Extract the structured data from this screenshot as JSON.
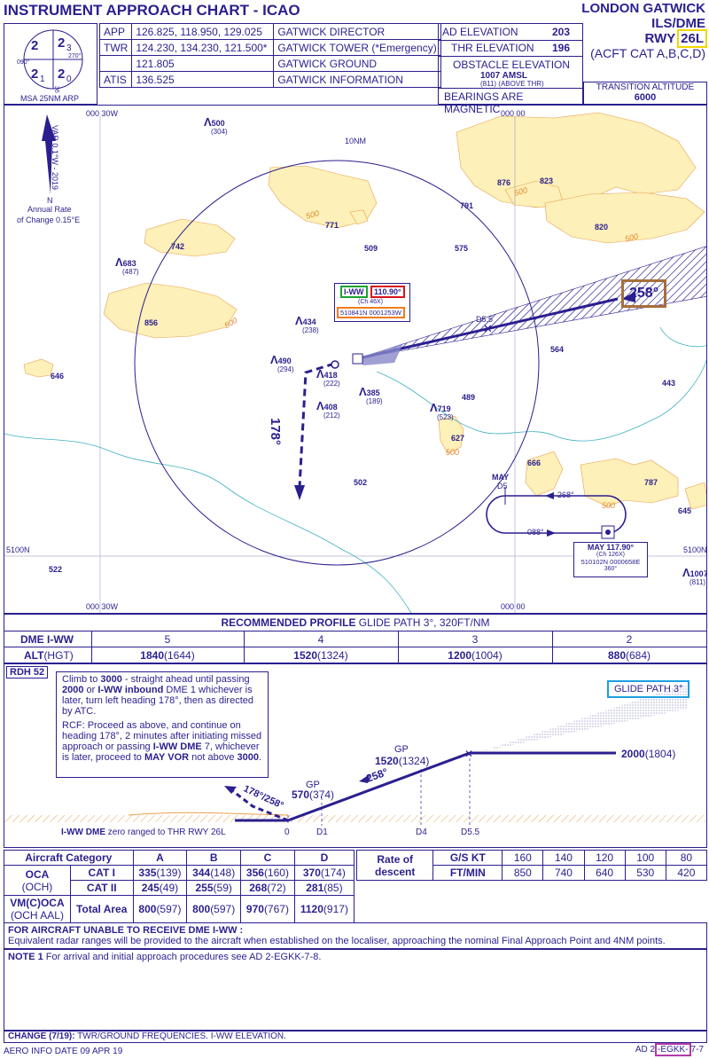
{
  "header": {
    "title": "INSTRUMENT APPROACH CHART - ICAO",
    "airport": "LONDON GATWICK",
    "procedure": "ILS/DME",
    "rwy_prefix": "RWY ",
    "rwy": "26L",
    "acft_cat": "(ACFT CAT A,B,C,D)"
  },
  "msa": {
    "label": "MSA 25NM ARP",
    "sectors": [
      "2",
      "2",
      "2",
      "3",
      "2",
      "1",
      "2",
      "0"
    ],
    "bearings": [
      "090°",
      "270°",
      "360°"
    ]
  },
  "frequencies": [
    {
      "service": "APP",
      "freq": "126.825, 118.950, 129.025",
      "name": "GATWICK DIRECTOR"
    },
    {
      "service": "TWR",
      "freq": "124.230, 134.230, 121.500*",
      "name": "GATWICK TOWER (*Emergency)"
    },
    {
      "service": "",
      "freq": "121.805",
      "name": "GATWICK GROUND"
    },
    {
      "service": "ATIS",
      "freq": "136.525",
      "name": "GATWICK INFORMATION"
    }
  ],
  "elevations": {
    "ad_label": "AD ELEVATION",
    "ad_value": "203",
    "thr_label": "THR ELEVATION",
    "thr_value": "196",
    "obstacle_label": "OBSTACLE ELEVATION",
    "obstacle_value": "1007 AMSL",
    "obstacle_sub": "(811)  (ABOVE THR)",
    "bearings_note": "BEARINGS ARE MAGNETIC",
    "ta_label": "TRANSITION ALTITUDE",
    "ta_value": "6000"
  },
  "plan": {
    "grid_top_left": "000 30W",
    "grid_top_right": "000 00",
    "grid_bottom_left": "000 30W",
    "grid_bottom_right": "000 00",
    "lat_left": "5100N",
    "lat_right": "5100N",
    "range_ring": "10NM",
    "var_text": "VAR 0.1°W - 2019",
    "north": "N",
    "annual_rate": "Annual Rate",
    "change_rate": "of Change 0.15°E",
    "ils_ident": "I-WW",
    "ils_freq": "110.90°",
    "ils_ch": "(Ch 46X)",
    "ils_coords": "510841N 0001253W",
    "d55": "D5.5",
    "inbound_course": "258°",
    "missed_course": "178°",
    "may": "MAY",
    "may_d5": "D5",
    "hold_in": "268°",
    "hold_out": "088°",
    "vor_name": "MAY 117.90°",
    "vor_ch": "(Ch 126X)",
    "vor_coords": "510102N 0000658E",
    "vor_radial": "360°",
    "terrain_contour": "500",
    "obstacles": [
      {
        "v": "500",
        "s": "(304)"
      },
      {
        "v": "683",
        "s": "(487)"
      },
      {
        "v": "434",
        "s": "(238)"
      },
      {
        "v": "490",
        "s": "(294)"
      },
      {
        "v": "418",
        "s": "(222)"
      },
      {
        "v": "385",
        "s": "(189)"
      },
      {
        "v": "408",
        "s": "(212)"
      },
      {
        "v": "719",
        "s": "(523)"
      },
      {
        "v": "1007",
        "s": "(811)"
      }
    ],
    "spots": [
      "876",
      "823",
      "791",
      "771",
      "820",
      "742",
      "509",
      "575",
      "856",
      "646",
      "564",
      "443",
      "489",
      "627",
      "666",
      "787",
      "502",
      "645",
      "522"
    ]
  },
  "profile_table": {
    "title_bold": "RECOMMENDED PROFILE",
    "title_rest": " GLIDE PATH 3°, 320FT/NM",
    "dme_label": "DME I-WW",
    "alt_label_b": "ALT",
    "alt_label": "(HGT)",
    "dme": [
      "5",
      "4",
      "3",
      "2"
    ],
    "alt": [
      {
        "a": "1840",
        "h": "(1644)"
      },
      {
        "a": "1520",
        "h": "(1324)"
      },
      {
        "a": "1200",
        "h": "(1004)"
      },
      {
        "a": "880",
        "h": "(684)"
      }
    ]
  },
  "profile": {
    "rdh": "RDH 52",
    "missed_1": "Climb to ",
    "missed_1b": "3000",
    "missed_2": " - straight ahead until passing",
    "missed_3b": "2000",
    "missed_4": " or ",
    "missed_5b": "I-WW inbound",
    "missed_6": " DME 1 whichever is later, turn left heading 178°, then as directed by ATC.",
    "rcf_1": "RCF: Proceed as above, and continue on heading 178°, 2 minutes after initiating missed approach or passing ",
    "rcf_2b": "I-WW DME",
    "rcf_3": " 7, whichever is later, proceed to ",
    "rcf_4b": "MAY VOR",
    "rcf_5": " not above ",
    "rcf_6b": "3000",
    "rcf_7": ".",
    "gp_label": "GLIDE PATH 3°",
    "gp1": "GP",
    "gp1_alt": "1520",
    "gp1_hgt": "(1324)",
    "gp2": "GP",
    "gp2_alt": "570",
    "gp2_hgt": "(374)",
    "alt2000": "2000",
    "hgt2000": "(1804)",
    "course": "258°",
    "missed_courses": "178°/258°",
    "dme_note_b": "I-WW DME",
    "dme_note": " zero ranged to THR RWY 26L",
    "ticks": [
      "0",
      "D1",
      "D4",
      "D5.5"
    ]
  },
  "minima": {
    "header": [
      "Aircraft Category",
      "A",
      "B",
      "C",
      "D"
    ],
    "oca_label": "OCA",
    "och_label": "(OCH)",
    "cat1_label": "CAT I",
    "cat2_label": "CAT II",
    "cat1": [
      {
        "v": "335",
        "s": "(139)"
      },
      {
        "v": "344",
        "s": "(148)"
      },
      {
        "v": "356",
        "s": "(160)"
      },
      {
        "v": "370",
        "s": "(174)"
      }
    ],
    "cat2": [
      {
        "v": "245",
        "s": "(49)"
      },
      {
        "v": "255",
        "s": "(59)"
      },
      {
        "v": "268",
        "s": "(72)"
      },
      {
        "v": "281",
        "s": "(85)"
      }
    ],
    "vm_label": "VM(C)OCA",
    "vm_sub": "(OCH AAL)",
    "total_label": "Total Area",
    "vm": [
      {
        "v": "800",
        "s": "(597)"
      },
      {
        "v": "800",
        "s": "(597)"
      },
      {
        "v": "970",
        "s": "(767)"
      },
      {
        "v": "1120",
        "s": "(917)"
      }
    ]
  },
  "descent": {
    "label1": "Rate of",
    "label2": "descent",
    "gs_label": "G/S KT",
    "fpm_label": "FT/MIN",
    "gs": [
      "160",
      "140",
      "120",
      "100",
      "80"
    ],
    "fpm": [
      "850",
      "740",
      "640",
      "530",
      "420"
    ]
  },
  "notes": {
    "radar_title": "FOR AIRCRAFT UNABLE TO RECEIVE DME I-WW :",
    "radar_text": "Equivalent radar ranges will be provided to the aircraft when established on the localiser, approaching the nominal Final Approach Point and 4NM points.",
    "note1_label": "NOTE 1",
    "note1_text": "For arrival and initial approach procedures see AD 2-EGKK-7-8."
  },
  "footer": {
    "change_label": "CHANGE (7/19):",
    "change_text": " TWR/GROUND FREQUENCIES. I-WW ELEVATION.",
    "aero": "AERO INFO DATE 09 APR 19",
    "page_pre": "AD 2",
    "page_mid": "-EGKK-",
    "page_post": "7-7"
  }
}
